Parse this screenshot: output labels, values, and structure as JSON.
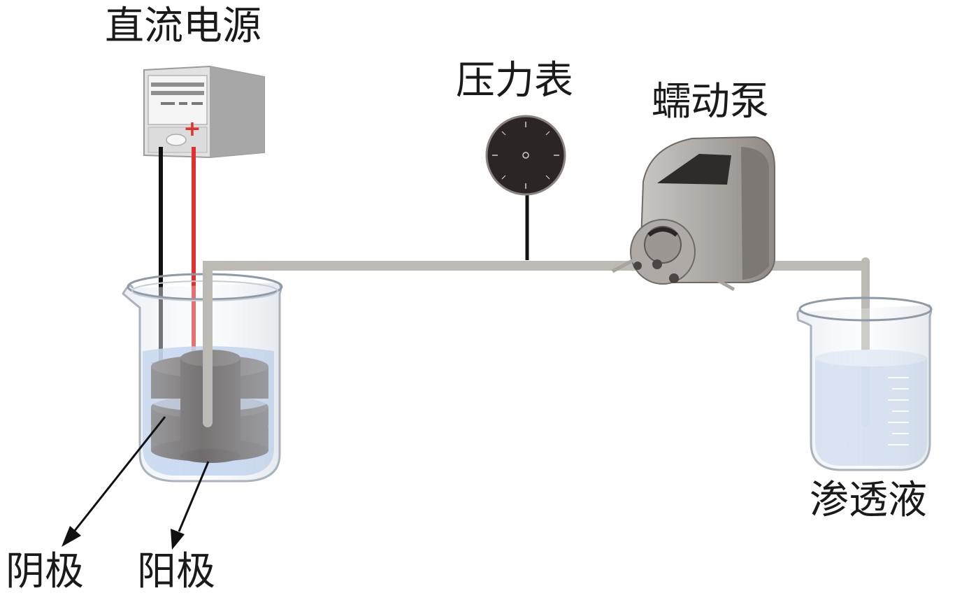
{
  "labels": {
    "power_supply": "直流电源",
    "pressure_gauge": "压力表",
    "peristaltic_pump": "蠕动泵",
    "permeate": "渗透液",
    "cathode": "阴极",
    "anode": "阳极"
  },
  "power_supply": {
    "plus_sign": "+"
  },
  "colors": {
    "positive_wire": "#e03030",
    "negative_wire": "#111111",
    "tube": "#bdb9b4",
    "water": "#a9c4ec",
    "electrode": "#4a4443",
    "gauge_face": "#2b2625"
  }
}
